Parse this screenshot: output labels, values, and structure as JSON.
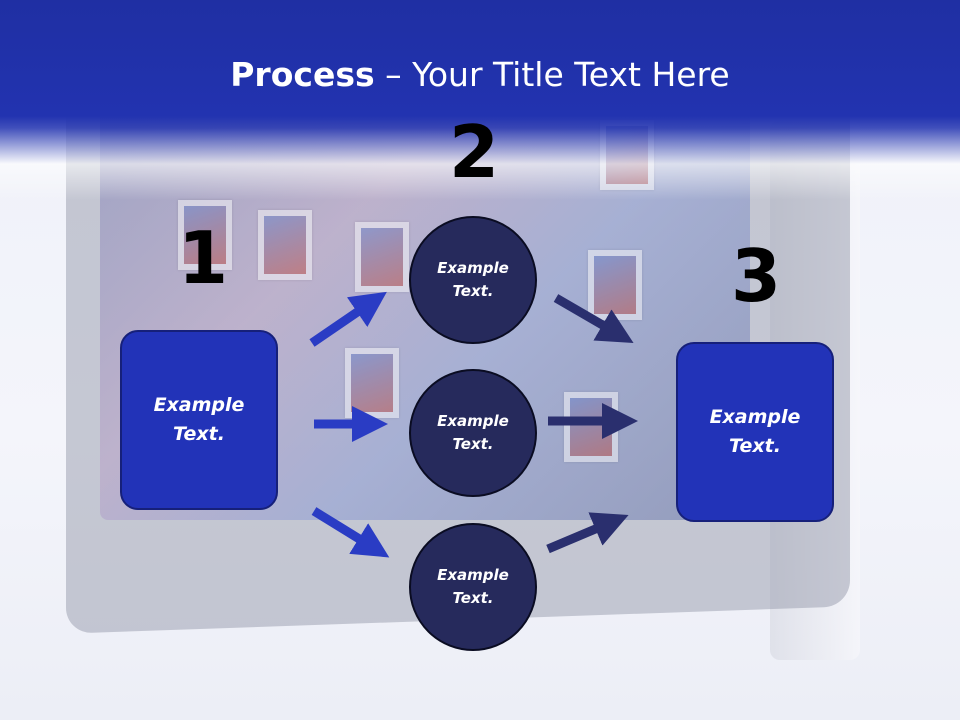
{
  "header": {
    "title_bold": "Process",
    "title_rest": " – Your Title Text Here"
  },
  "steps": {
    "one": "1",
    "two": "2",
    "three": "3"
  },
  "nodes": {
    "left": [
      "Example",
      "Text."
    ],
    "circle_top": [
      "Example",
      "Text."
    ],
    "circle_mid": [
      "Example",
      "Text."
    ],
    "circle_bottom": [
      "Example",
      "Text."
    ],
    "right": [
      "Example",
      "Text."
    ]
  },
  "colors": {
    "header": "#2233b0",
    "box": "#2233b8",
    "circle": "#262a5c",
    "arrow_left": "#2a3cc4",
    "arrow_right": "#2a2f6e"
  }
}
